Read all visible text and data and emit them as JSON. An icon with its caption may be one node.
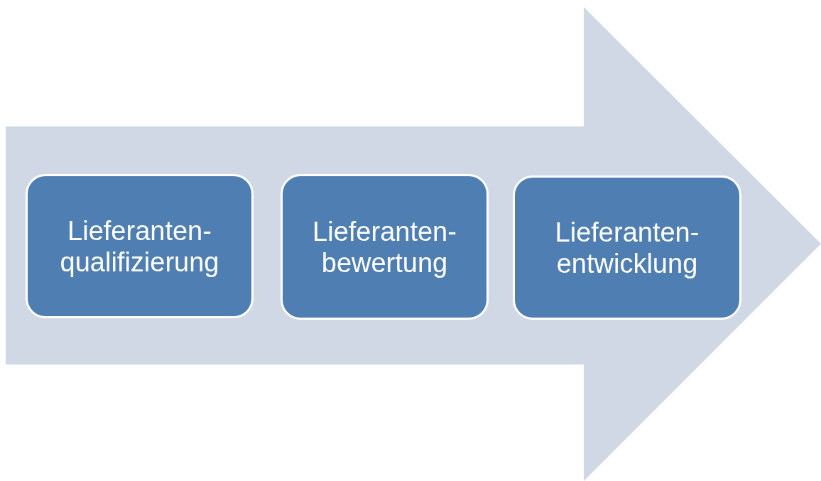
{
  "diagram": {
    "nodes": [
      {
        "text": [
          "Lieferanten- qualifizierung"
        ]
      },
      {
        "text": [
          "Lieferanten- bewertung"
        ]
      },
      {
        "text": [
          "Lieferanten- entwicklung"
        ]
      }
    ]
  }
}
